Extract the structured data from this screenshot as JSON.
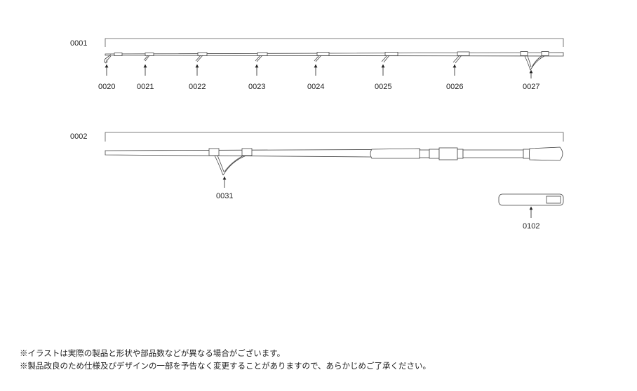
{
  "diagram": {
    "sections": [
      {
        "id": "0001",
        "parts": [
          "0020",
          "0021",
          "0022",
          "0023",
          "0024",
          "0025",
          "0026",
          "0027"
        ]
      },
      {
        "id": "0002",
        "parts": [
          "0031",
          "0102"
        ]
      }
    ]
  },
  "notes": [
    "※イラストは実際の製品と形状や部品数などが異なる場合がございます。",
    "※製品改良のため仕様及びデザインの一部を予告なく変更することがありますので、あらかじめご了承ください。"
  ]
}
